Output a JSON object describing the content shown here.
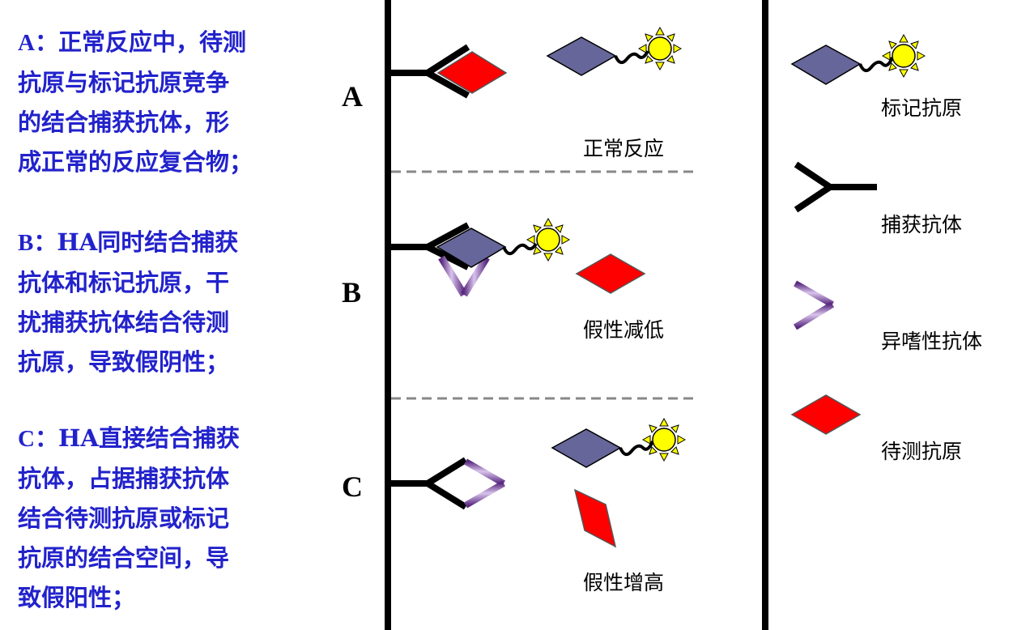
{
  "descriptions": {
    "a": {
      "lead": "A：",
      "lines": [
        "正常反应中，待测",
        "抗原与标记抗原竞争",
        "的结合捕获抗体，形",
        "成正常的反应复合物；"
      ]
    },
    "b": {
      "lead": "B：",
      "lines": [
        "HA同时结合捕获",
        "抗体和标记抗原，干",
        "扰捕获抗体结合待测",
        "抗原，导致假阴性；"
      ]
    },
    "c": {
      "lead": "C：",
      "lines": [
        "HA直接结合捕获",
        "抗体，占据捕获抗体",
        "结合待测抗原或标记",
        "抗原的结合空间，导",
        "致假阳性；"
      ]
    }
  },
  "rows": {
    "a": {
      "label": "A",
      "caption": "正常反应"
    },
    "b": {
      "label": "B",
      "caption": "假性减低"
    },
    "c": {
      "label": "C",
      "caption": "假性增高"
    }
  },
  "legend": [
    {
      "icon": "labeled-antigen-icon",
      "label": "标记抗原"
    },
    {
      "icon": "capture-antibody-icon",
      "label": "捕获抗体"
    },
    {
      "icon": "heterophile-antibody-icon",
      "label": "异嗜性抗体"
    },
    {
      "icon": "test-antigen-icon",
      "label": "待测抗原"
    }
  ],
  "colors": {
    "text_blue": "#2222cc",
    "antigen_red": "#ff0000",
    "label_antigen": "#66669a",
    "heterophile_purple": "#7b3f9e",
    "sun_yellow": "#ffff00",
    "divider_gray": "#888888"
  }
}
